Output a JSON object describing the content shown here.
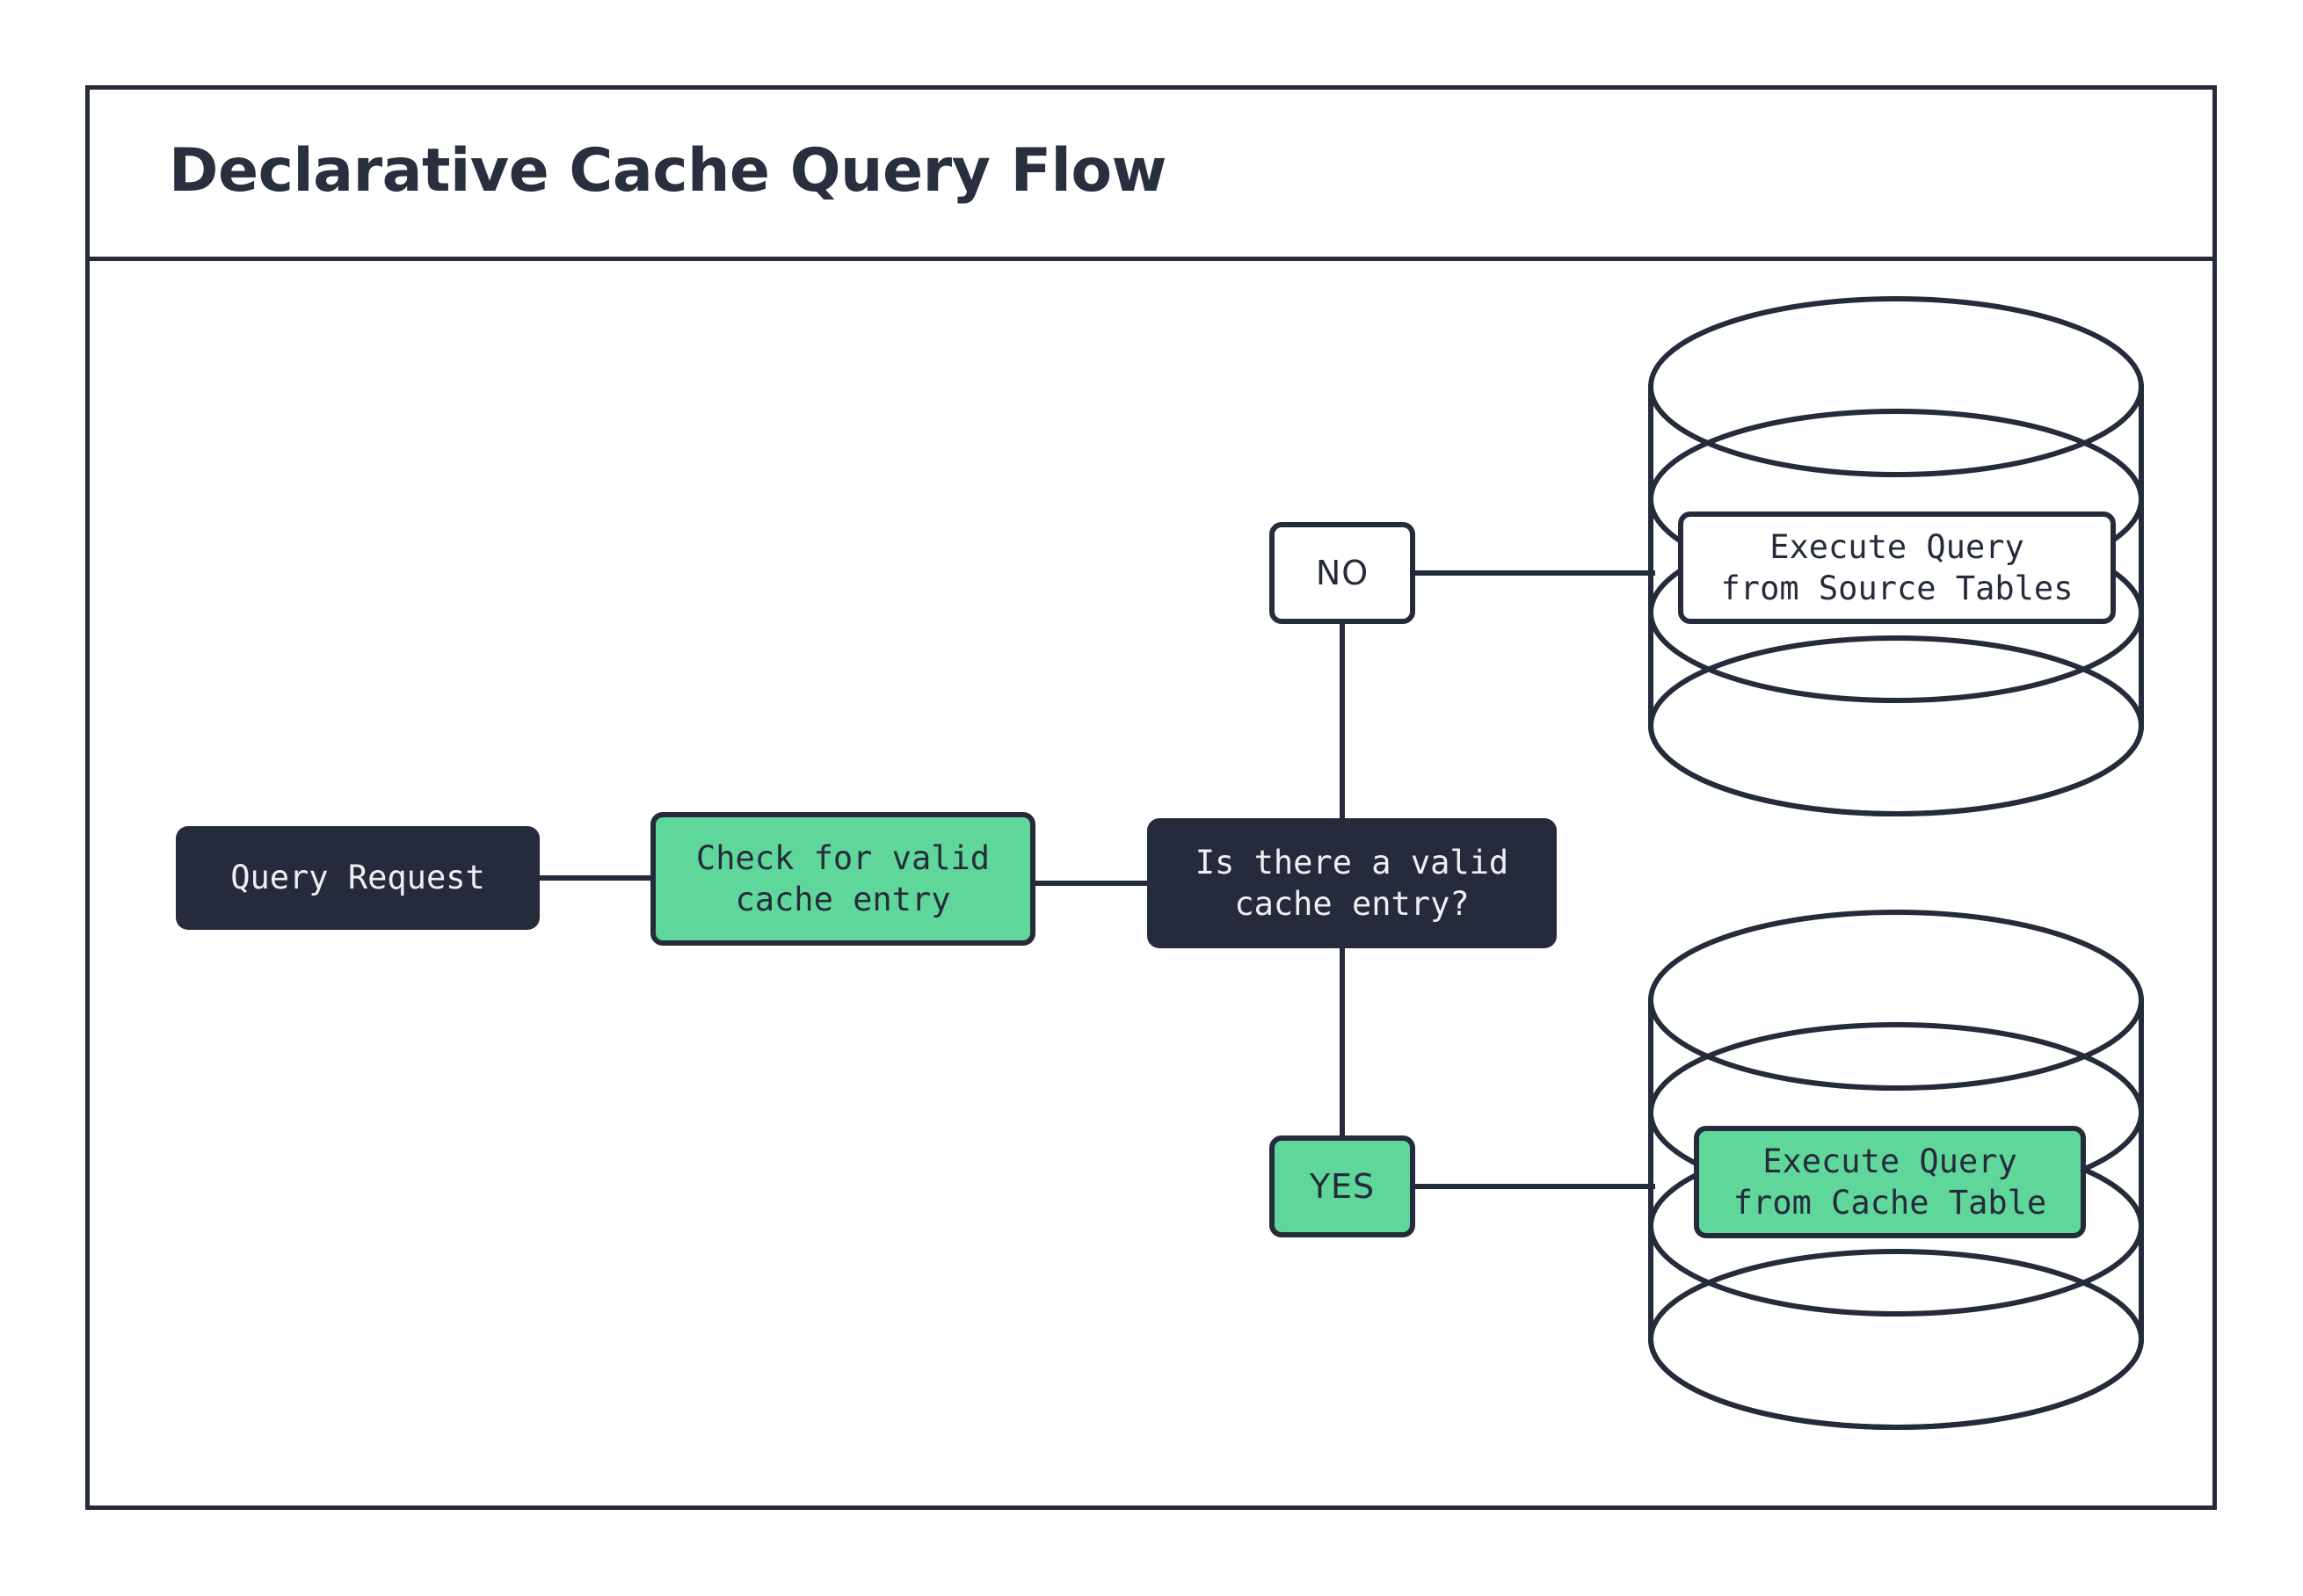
{
  "frame": {
    "title": "Declarative Cache Query Flow"
  },
  "colors": {
    "ink": "#262B3B",
    "accent_green": "#5FD79B",
    "node_text_light": "#EDEFF3",
    "background": "#FFFFFF"
  },
  "diagram": {
    "type": "flowchart",
    "orientation": "left-to-right",
    "nodes": [
      {
        "id": "query-request",
        "label": "Query Request",
        "shape": "rounded-rect",
        "style": "dark"
      },
      {
        "id": "check-cache",
        "label": "Check for valid\ncache entry",
        "shape": "rounded-rect",
        "style": "green"
      },
      {
        "id": "decision",
        "label": "Is there a valid\ncache entry?",
        "shape": "rounded-rect",
        "style": "dark"
      },
      {
        "id": "branch-no",
        "label": "NO",
        "shape": "rounded-rect",
        "style": "white"
      },
      {
        "id": "branch-yes",
        "label": "YES",
        "shape": "rounded-rect",
        "style": "green"
      },
      {
        "id": "exec-source",
        "label": "Execute Query\nfrom Source Tables",
        "shape": "rounded-rect",
        "style": "white",
        "container": "database-cylinder-source"
      },
      {
        "id": "exec-cache",
        "label": "Execute Query\nfrom Cache Table",
        "shape": "rounded-rect",
        "style": "green",
        "container": "database-cylinder-cache"
      }
    ],
    "containers": [
      {
        "id": "database-cylinder-source",
        "shape": "database-cylinder",
        "rings": 4
      },
      {
        "id": "database-cylinder-cache",
        "shape": "database-cylinder",
        "rings": 4
      }
    ],
    "edges": [
      {
        "from": "query-request",
        "to": "check-cache",
        "label": ""
      },
      {
        "from": "check-cache",
        "to": "decision",
        "label": ""
      },
      {
        "from": "decision",
        "to": "branch-no",
        "label": "NO"
      },
      {
        "from": "decision",
        "to": "branch-yes",
        "label": "YES"
      },
      {
        "from": "branch-no",
        "to": "exec-source",
        "label": ""
      },
      {
        "from": "branch-yes",
        "to": "exec-cache",
        "label": ""
      }
    ]
  }
}
